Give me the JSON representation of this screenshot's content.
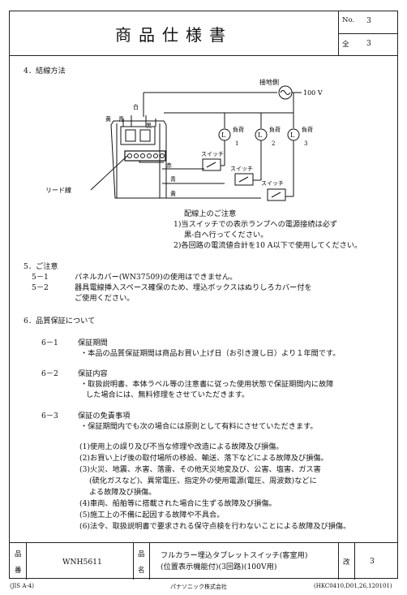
{
  "header": {
    "title": "商品仕様書",
    "no_label": "No.",
    "no_value": "3",
    "total_label": "全",
    "total_value": "3"
  },
  "section4": {
    "heading": "4．結線方法",
    "diagram": {
      "ground_label": "接地側",
      "voltage": "100 V",
      "wire_yellow": "黄",
      "wire_blue": "青",
      "wire_white": "白",
      "wire_black": "黒",
      "wire_red": "赤",
      "wire_blue2": "青",
      "wire_yellow2": "黄",
      "lead_label": "リード線",
      "lamp_symbol": "L",
      "loads": [
        {
          "label": "負荷",
          "num": "1"
        },
        {
          "label": "負荷",
          "num": "2"
        },
        {
          "label": "負荷",
          "num": "3"
        }
      ],
      "switch_label": "スイッチ"
    },
    "notes_title": "配線上のご注意",
    "notes": [
      "1)当スイッチでの表示ランプへの電源接続は必ず",
      "黒-白へ行ってください。",
      "2)各回路の電流値合計を10 A以下で使用してください。"
    ]
  },
  "section5": {
    "heading": "5．ご注意",
    "item1_num": "5－1",
    "item1_text": "パネルカバー(WN37509)の使用はできません。",
    "item2_num": "5－2",
    "item2_text": "器具電線挿入スペース確保のため、埋込ボックスはぬりしろカバー付を",
    "item2_text2": "ご使用ください。"
  },
  "section6": {
    "heading": "6．品質保証について",
    "s1_num": "6－1",
    "s1_title": "保証期間",
    "s1_body": "・本品の品質保証期間は商品お買い上げ日（お引き渡し日）より１年間です。",
    "s2_num": "6－2",
    "s2_title": "保証内容",
    "s2_body1": "・取扱説明書、本体ラベル等の注意書に従った使用状態で保証期間内に故障",
    "s2_body2": "した場合には、無料修理をさせていただきます。",
    "s3_num": "6－3",
    "s3_title": "保証の免責事項",
    "s3_body": "・保証期間内でも次の場合には原則として有料にさせていただきます。",
    "exemptions": [
      "(1)使用上の誤り及び不当な修理や改造による故障及び損傷。",
      "(2)お買い上げ後の取付場所の移設、輸送、落下などによる故障及び損傷。",
      "(3)火災、地震、水害、落雷、その他天災地変及び、公害、塩害、ガス害",
      "(硫化ガスなど)、異常電圧、指定外の使用電源(電圧、周波数)などに",
      "よる故障及び損傷。",
      "(4)車両、船舶等に搭載された場合に生ずる故障及び損傷。",
      "(5)施工上の不備に起因する故障や不具合。",
      "(6)法令、取扱説明書で要求される保守点検を行わないことによる故障及び損傷。"
    ]
  },
  "bottom": {
    "hinban_label_1": "品",
    "hinban_label_2": "番",
    "hinban_value": "WNH5611",
    "hinmei_label_1": "品",
    "hinmei_label_2": "名",
    "hinmei_line1": "フルカラー埋込タブレットスイッチ(客室用)",
    "hinmei_line2": "(位置表示機能付)(3回路)(100V用)",
    "rev_label": "改",
    "rev_value": "3"
  },
  "footer": {
    "left": "(JIS A-4)",
    "center": "パナソニック株式会社",
    "right": "(HKC0410,D01,26,120101)"
  }
}
